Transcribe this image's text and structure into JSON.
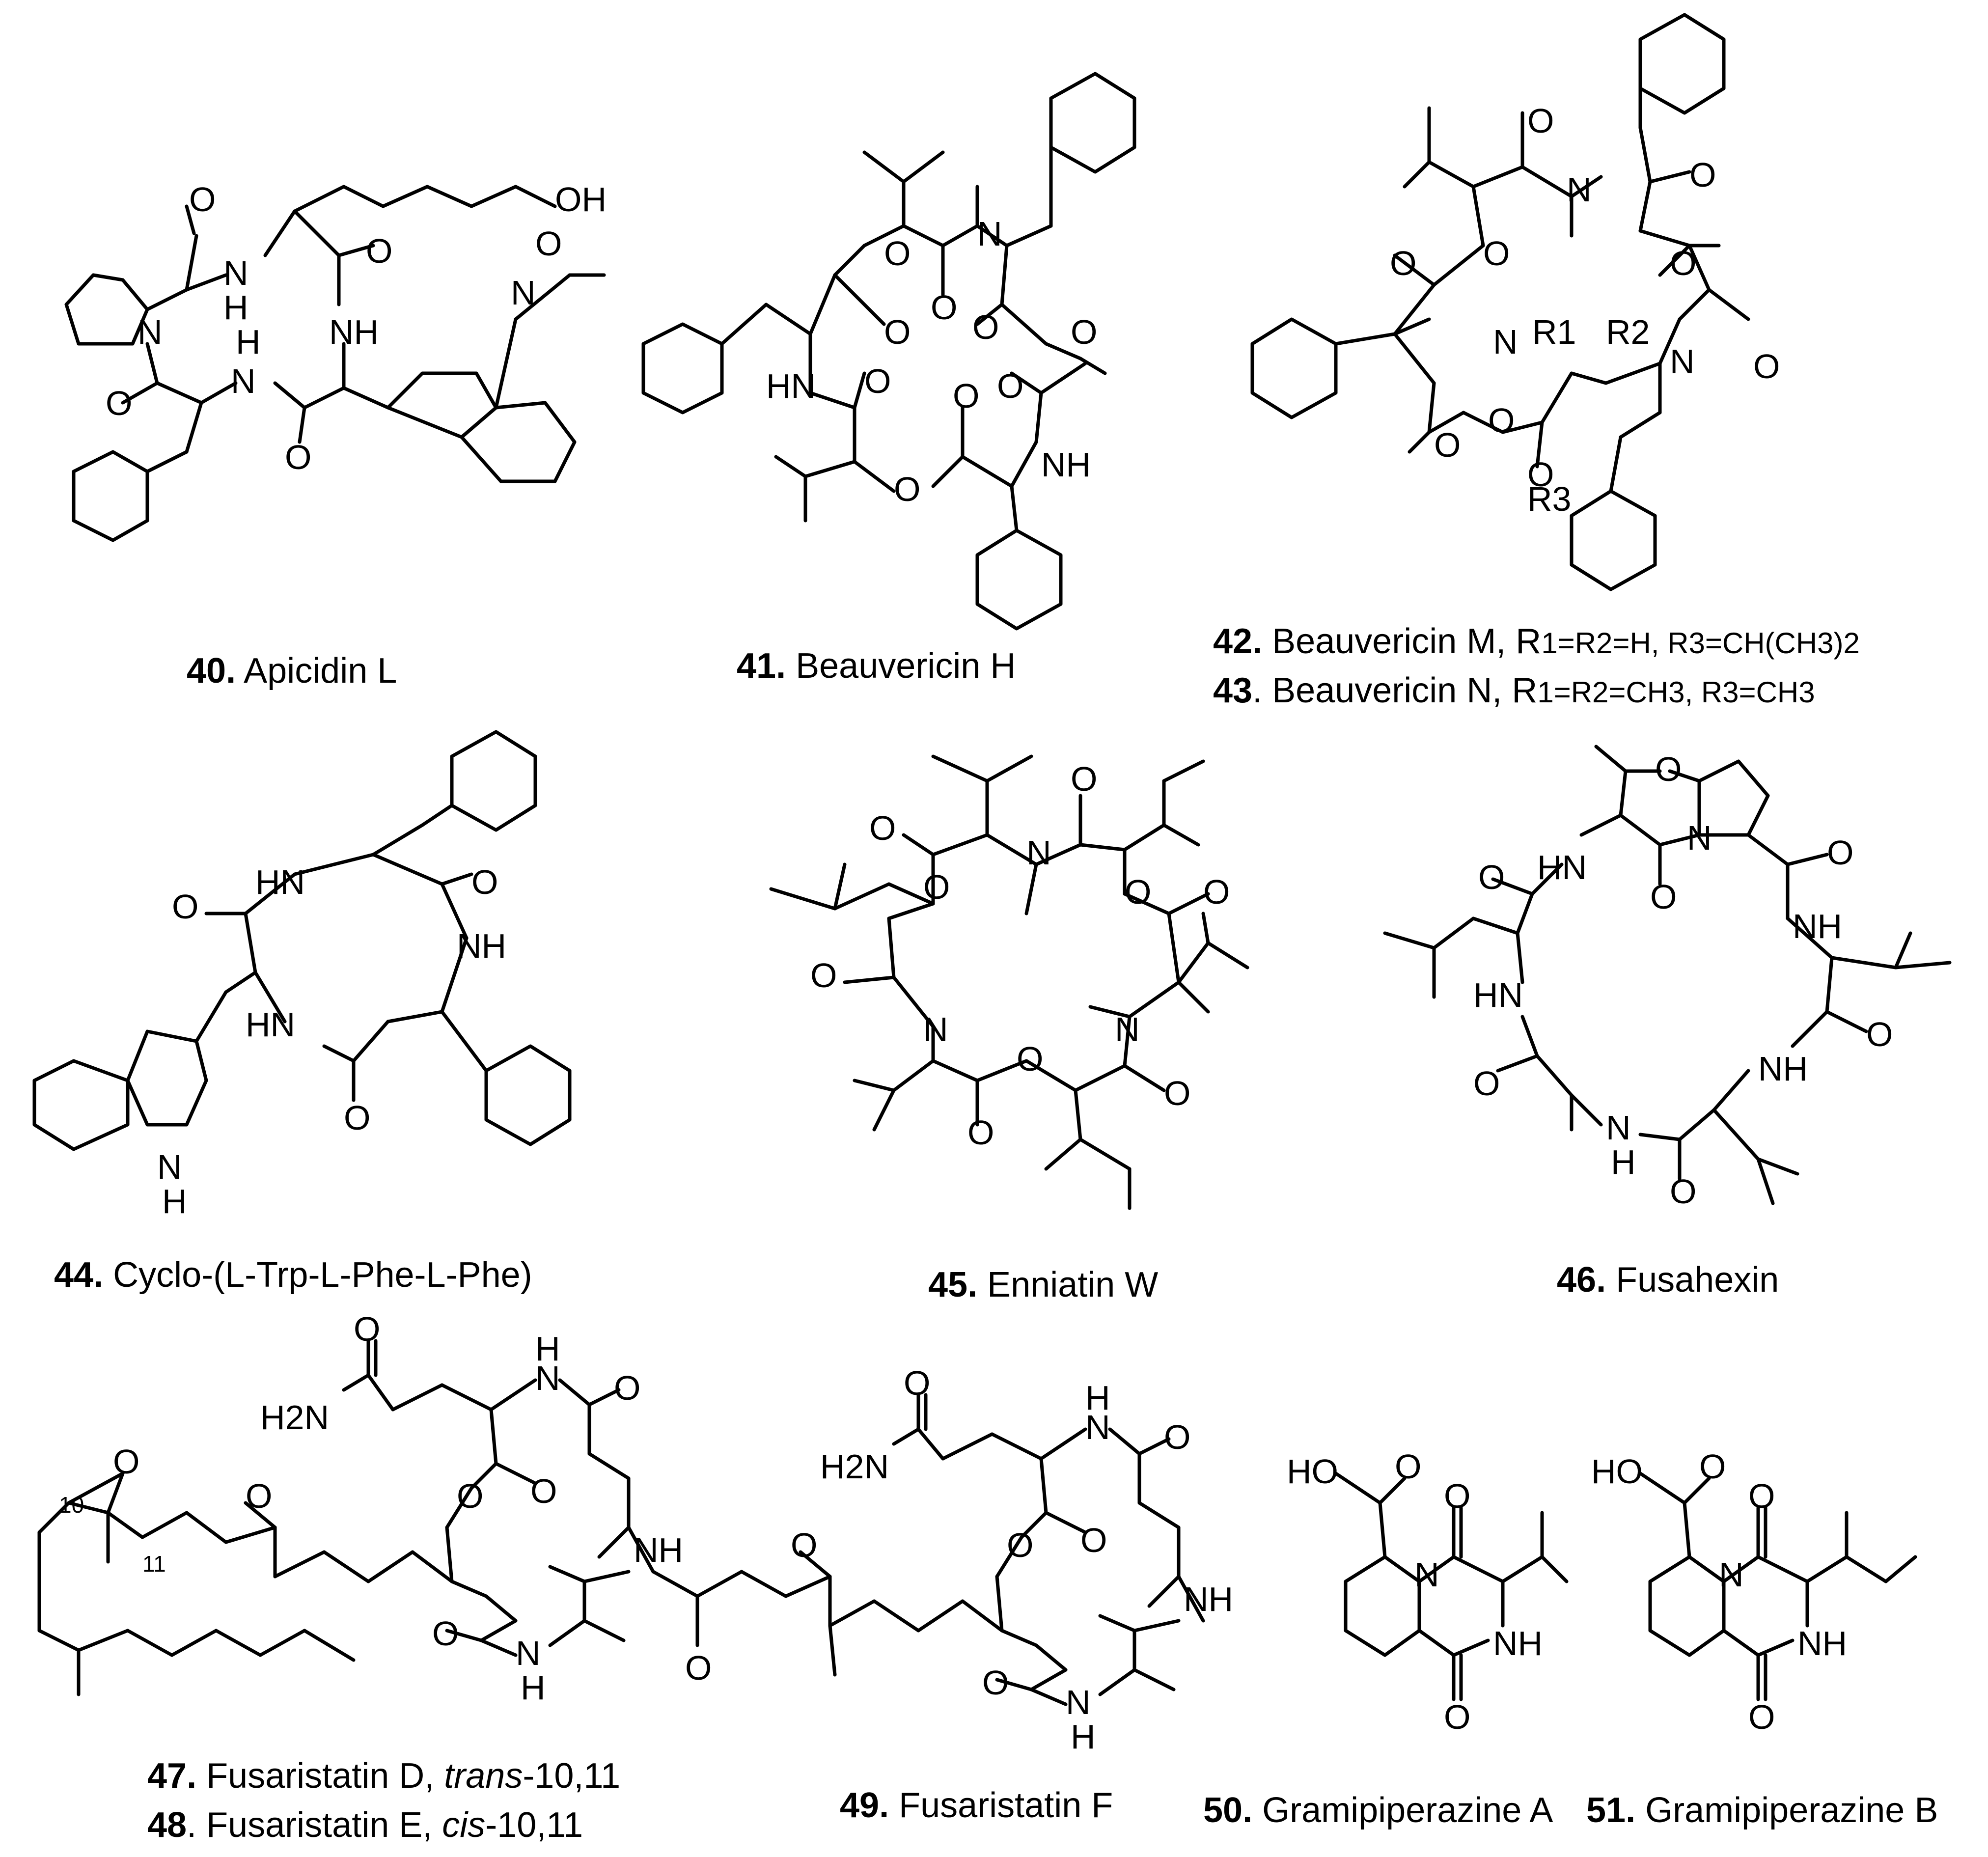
{
  "figure": {
    "compounds": [
      {
        "number": "40.",
        "name": "Apicidin L",
        "suffix": ""
      },
      {
        "number": "41.",
        "name": "Beauvericin H",
        "suffix": ""
      },
      {
        "number": "42.",
        "name": "Beauvericin M, R",
        "suffix": ""
      },
      {
        "number": "43",
        "name": ". Beauvericin N, R",
        "suffix": ""
      },
      {
        "number": "44.",
        "name": "Cyclo-(L-Trp-L-Phe-L-Phe)",
        "suffix": ""
      },
      {
        "number": "45.",
        "name": "Enniatin W",
        "suffix": ""
      },
      {
        "number": "46.",
        "name": "Fusahexin",
        "suffix": ""
      },
      {
        "number": "47.",
        "name": "Fusaristatin D, ",
        "italic": "trans",
        "suffix": "-10,11"
      },
      {
        "number": "48",
        "name": ". Fusaristatin E, ",
        "italic": "cis",
        "suffix": "-10,11"
      },
      {
        "number": "49.",
        "name": "Fusaristatin F",
        "suffix": ""
      },
      {
        "number": "50.",
        "name": "Gramipiperazine A",
        "suffix": ""
      },
      {
        "number": "51.",
        "name": "Gramipiperazine B",
        "suffix": ""
      }
    ],
    "substituents": {
      "c42": "1=R2=H, R3=CH(CH3)2",
      "c43": "1=R2=CH3, R3=CH3"
    },
    "atom_labels": {
      "OH": "OH",
      "O": "O",
      "N": "N",
      "H": "H",
      "NH": "NH",
      "HN": "HN",
      "HO": "HO",
      "H2N": "H2N",
      "R1": "R1",
      "R2": "R2",
      "R3": "R3",
      "c10": "10",
      "c11": "11"
    }
  }
}
